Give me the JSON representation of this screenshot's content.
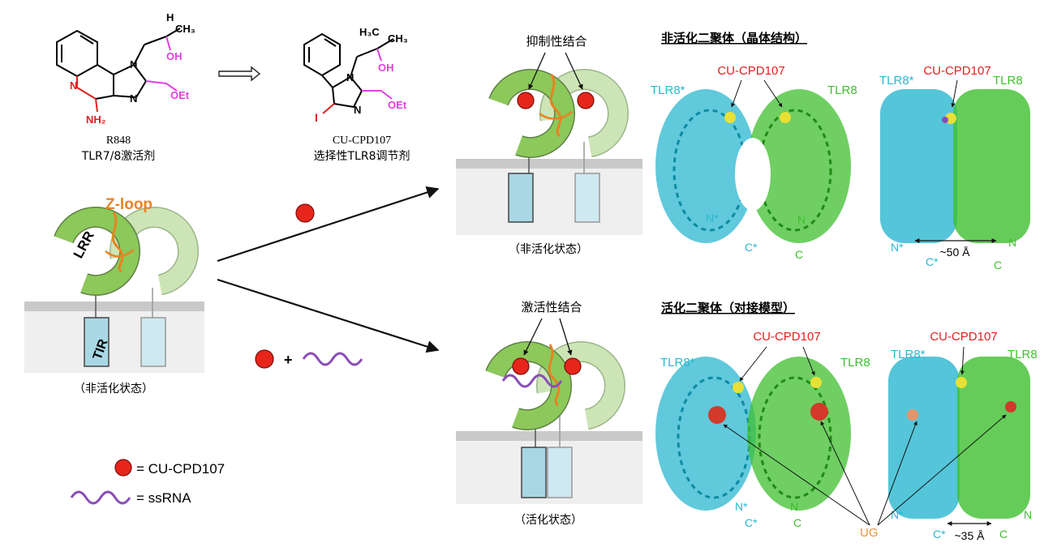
{
  "colors": {
    "tlr8_star": "#2bb7cf",
    "tlr8": "#3fbf2f",
    "ligand": "#e8251b",
    "rna": "#8a4db8",
    "zloop": "#e88321",
    "lrr_dark": "#8cc85a",
    "lrr_light": "#cde5b6",
    "tir": "#a8d8e4",
    "tir_light": "#cfe9f0",
    "membrane": "#c9c9c9",
    "cyto": "#efefef",
    "text_red": "#e02020",
    "text_magenta": "#e040e0",
    "text_orange": "#e8962e"
  },
  "molecules": {
    "r848": {
      "ch3": "CH₃",
      "h3c": "H",
      "oh": "OH",
      "oet": "OEt",
      "nh2": "NH₂",
      "name": "R848",
      "desc": "TLR7/8激活剂"
    },
    "cucpd107": {
      "h3c": "H₃C",
      "ch3": "CH₃",
      "oh": "OH",
      "oet": "OEt",
      "iodine": "I",
      "name": "CU-CPD107",
      "desc": "选择性TLR8调节剂"
    }
  },
  "schematic": {
    "zloop": "Z-loop",
    "lrr": "LRR",
    "tir": "TIR",
    "inactive_state": "（非活化状态）",
    "inhibitory": "抑制性结合",
    "activating": "激活性结合",
    "active_state": "（活化状态）",
    "plus": "+"
  },
  "legend": {
    "ligand": "= CU-CPD107",
    "rna": "= ssRNA"
  },
  "structures": {
    "top_title": "非活化二聚体（晶体结构）",
    "bottom_title": "活化二聚体（对接模型）",
    "ligand_label": "CU-CPD107",
    "tlr8_star": "TLR8*",
    "tlr8": "TLR8",
    "n_star": "N*",
    "c_star": "C*",
    "n": "N",
    "c": "C",
    "dist_top": "~50 Å",
    "dist_bottom": "~35 Å",
    "ug": "UG"
  }
}
